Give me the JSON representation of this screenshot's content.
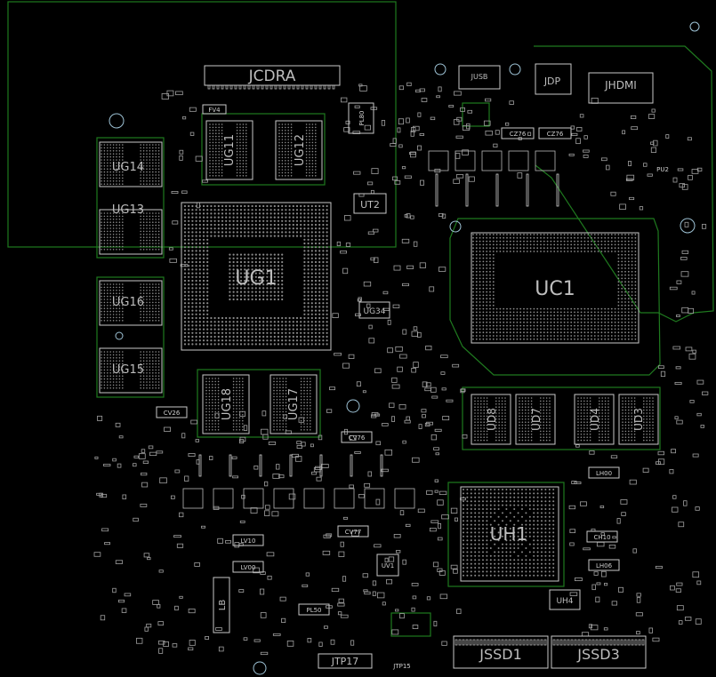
{
  "colors": {
    "background": "#000000",
    "outline": "#1f7a1f",
    "silk": "#d0d0d0",
    "pad": "#8a8a8a"
  },
  "board": {
    "connectors": {
      "jcdra": "JCDRA",
      "jusb": "JUSB",
      "jdp": "JDP",
      "jhdmi": "JHDMI",
      "jssd1": "JSSD1",
      "jssd3": "JSSD3",
      "jtp17": "JTP17",
      "jtp15": "JTP15"
    },
    "chips": {
      "ug1": "UG1",
      "uc1": "UC1",
      "uh1": "UH1",
      "ug11": "UG11",
      "ug12": "UG12",
      "ug13": "UG13",
      "ug14": "UG14",
      "ug15": "UG15",
      "ug16": "UG16",
      "ug17": "UG17",
      "ug18": "UG18",
      "ud3": "UD3",
      "ud4": "UD4",
      "ud7": "UD7",
      "ud8": "UD8",
      "ut2": "UT2",
      "ug34": "UG34",
      "uh4": "UH4"
    },
    "small": {
      "cz76a": "CZ76",
      "cz76b": "CZ76",
      "cv26": "CV26",
      "cv76": "CV76",
      "cv77": "CV77",
      "lv10": "LV10",
      "lv00": "LV00",
      "pl80": "PL80",
      "pl50": "PL50",
      "ch10": "CH10",
      "lh00": "LH00",
      "lh06": "LH06",
      "uv1": "UV1",
      "pu2": "PU2",
      "fv4": "FV4",
      "lb": "LB"
    }
  }
}
